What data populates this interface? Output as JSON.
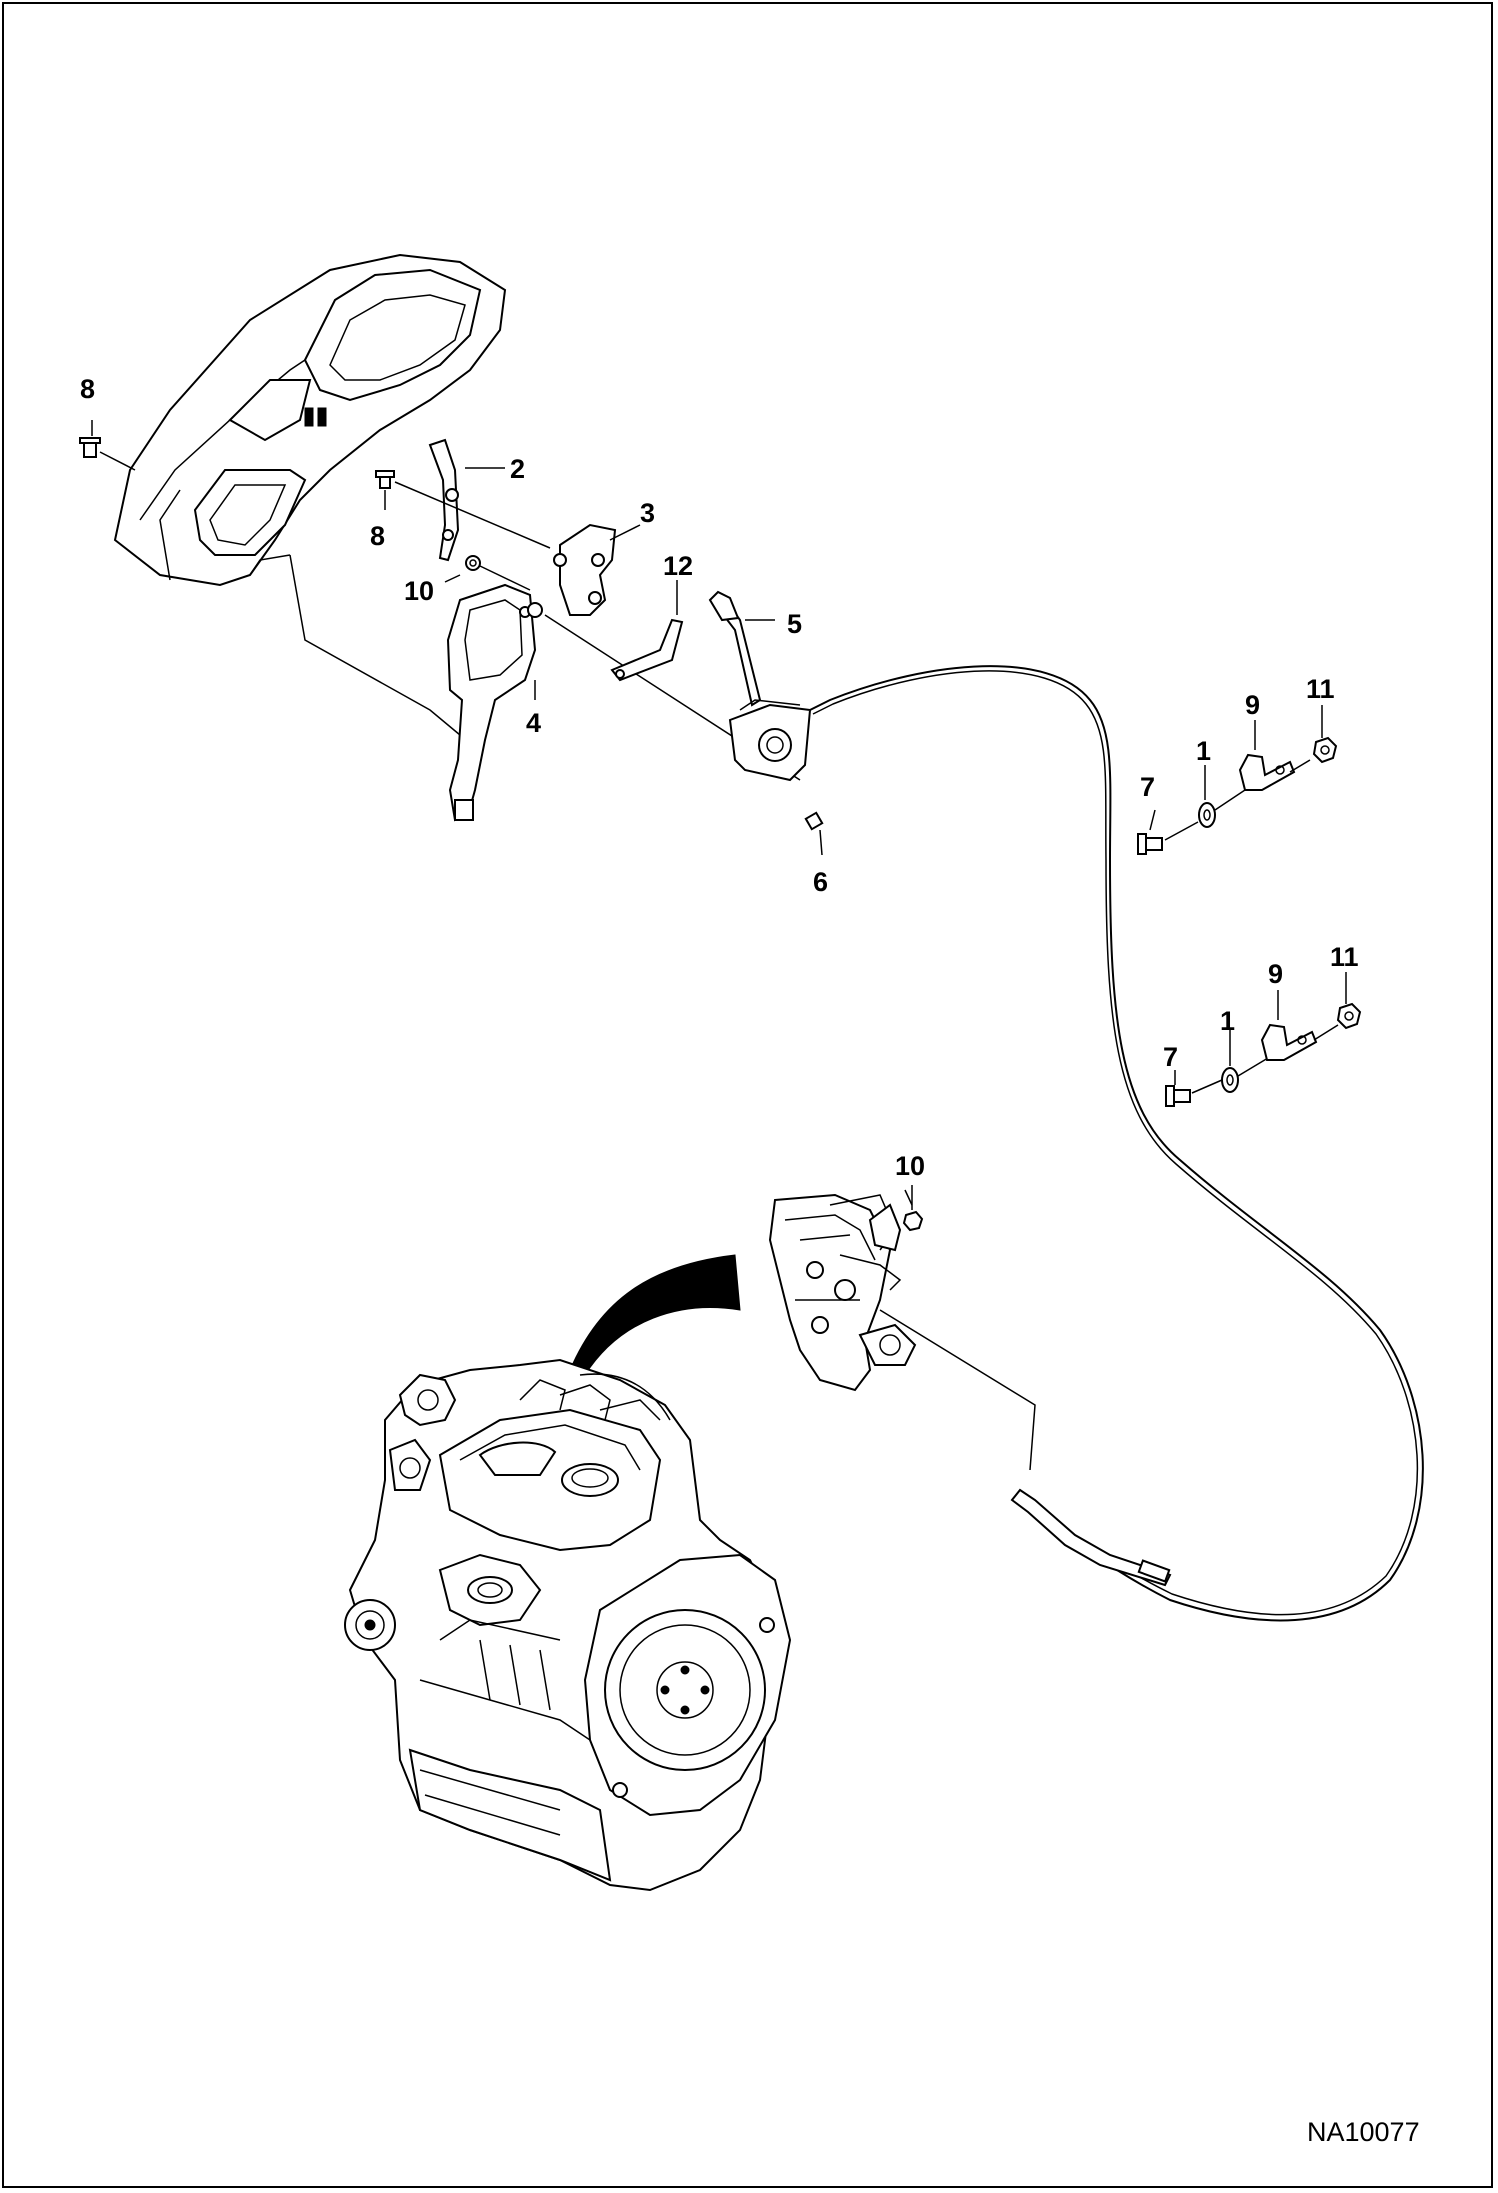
{
  "drawing": {
    "code": "NA10077"
  },
  "callouts": [
    {
      "id": "c-8a",
      "text": "8"
    },
    {
      "id": "c-2",
      "text": "2"
    },
    {
      "id": "c-3",
      "text": "3"
    },
    {
      "id": "c-8b",
      "text": "8"
    },
    {
      "id": "c-10a",
      "text": "10"
    },
    {
      "id": "c-12",
      "text": "12"
    },
    {
      "id": "c-5",
      "text": "5"
    },
    {
      "id": "c-4",
      "text": "4"
    },
    {
      "id": "c-9a",
      "text": "9"
    },
    {
      "id": "c-11a",
      "text": "11"
    },
    {
      "id": "c-1a",
      "text": "1"
    },
    {
      "id": "c-7a",
      "text": "7"
    },
    {
      "id": "c-6",
      "text": "6"
    },
    {
      "id": "c-11b",
      "text": "11"
    },
    {
      "id": "c-9b",
      "text": "9"
    },
    {
      "id": "c-1b",
      "text": "1"
    },
    {
      "id": "c-7b",
      "text": "7"
    },
    {
      "id": "c-10b",
      "text": "10"
    }
  ]
}
